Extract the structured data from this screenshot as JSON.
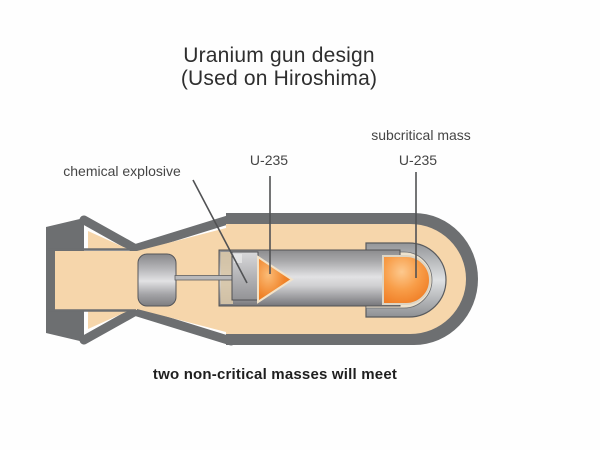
{
  "title": {
    "line1": "Uranium gun design",
    "line2": "(Used on Hiroshima)"
  },
  "labels": {
    "chemical_explosive": "chemical explosive",
    "u235_left": "U-235",
    "subcritical_mass": "subcritical mass",
    "u235_right": "U-235"
  },
  "caption": "two non-critical masses will meet",
  "colors": {
    "background": "#fefefe",
    "outline_gray": "#6d6f71",
    "interior_peach": "#f6d6ab",
    "metal_highlight": "#e0e0e2",
    "metal_shadow": "#7d7d80",
    "uranium_orange": "#ee7a1f",
    "orange_highlight": "#fdc98e",
    "gap_pale": "#eee3cf",
    "leader_line": "#515254",
    "title_text": "#2e2e2e",
    "label_text": "#454545",
    "caption_text": "#1f1f1f"
  }
}
